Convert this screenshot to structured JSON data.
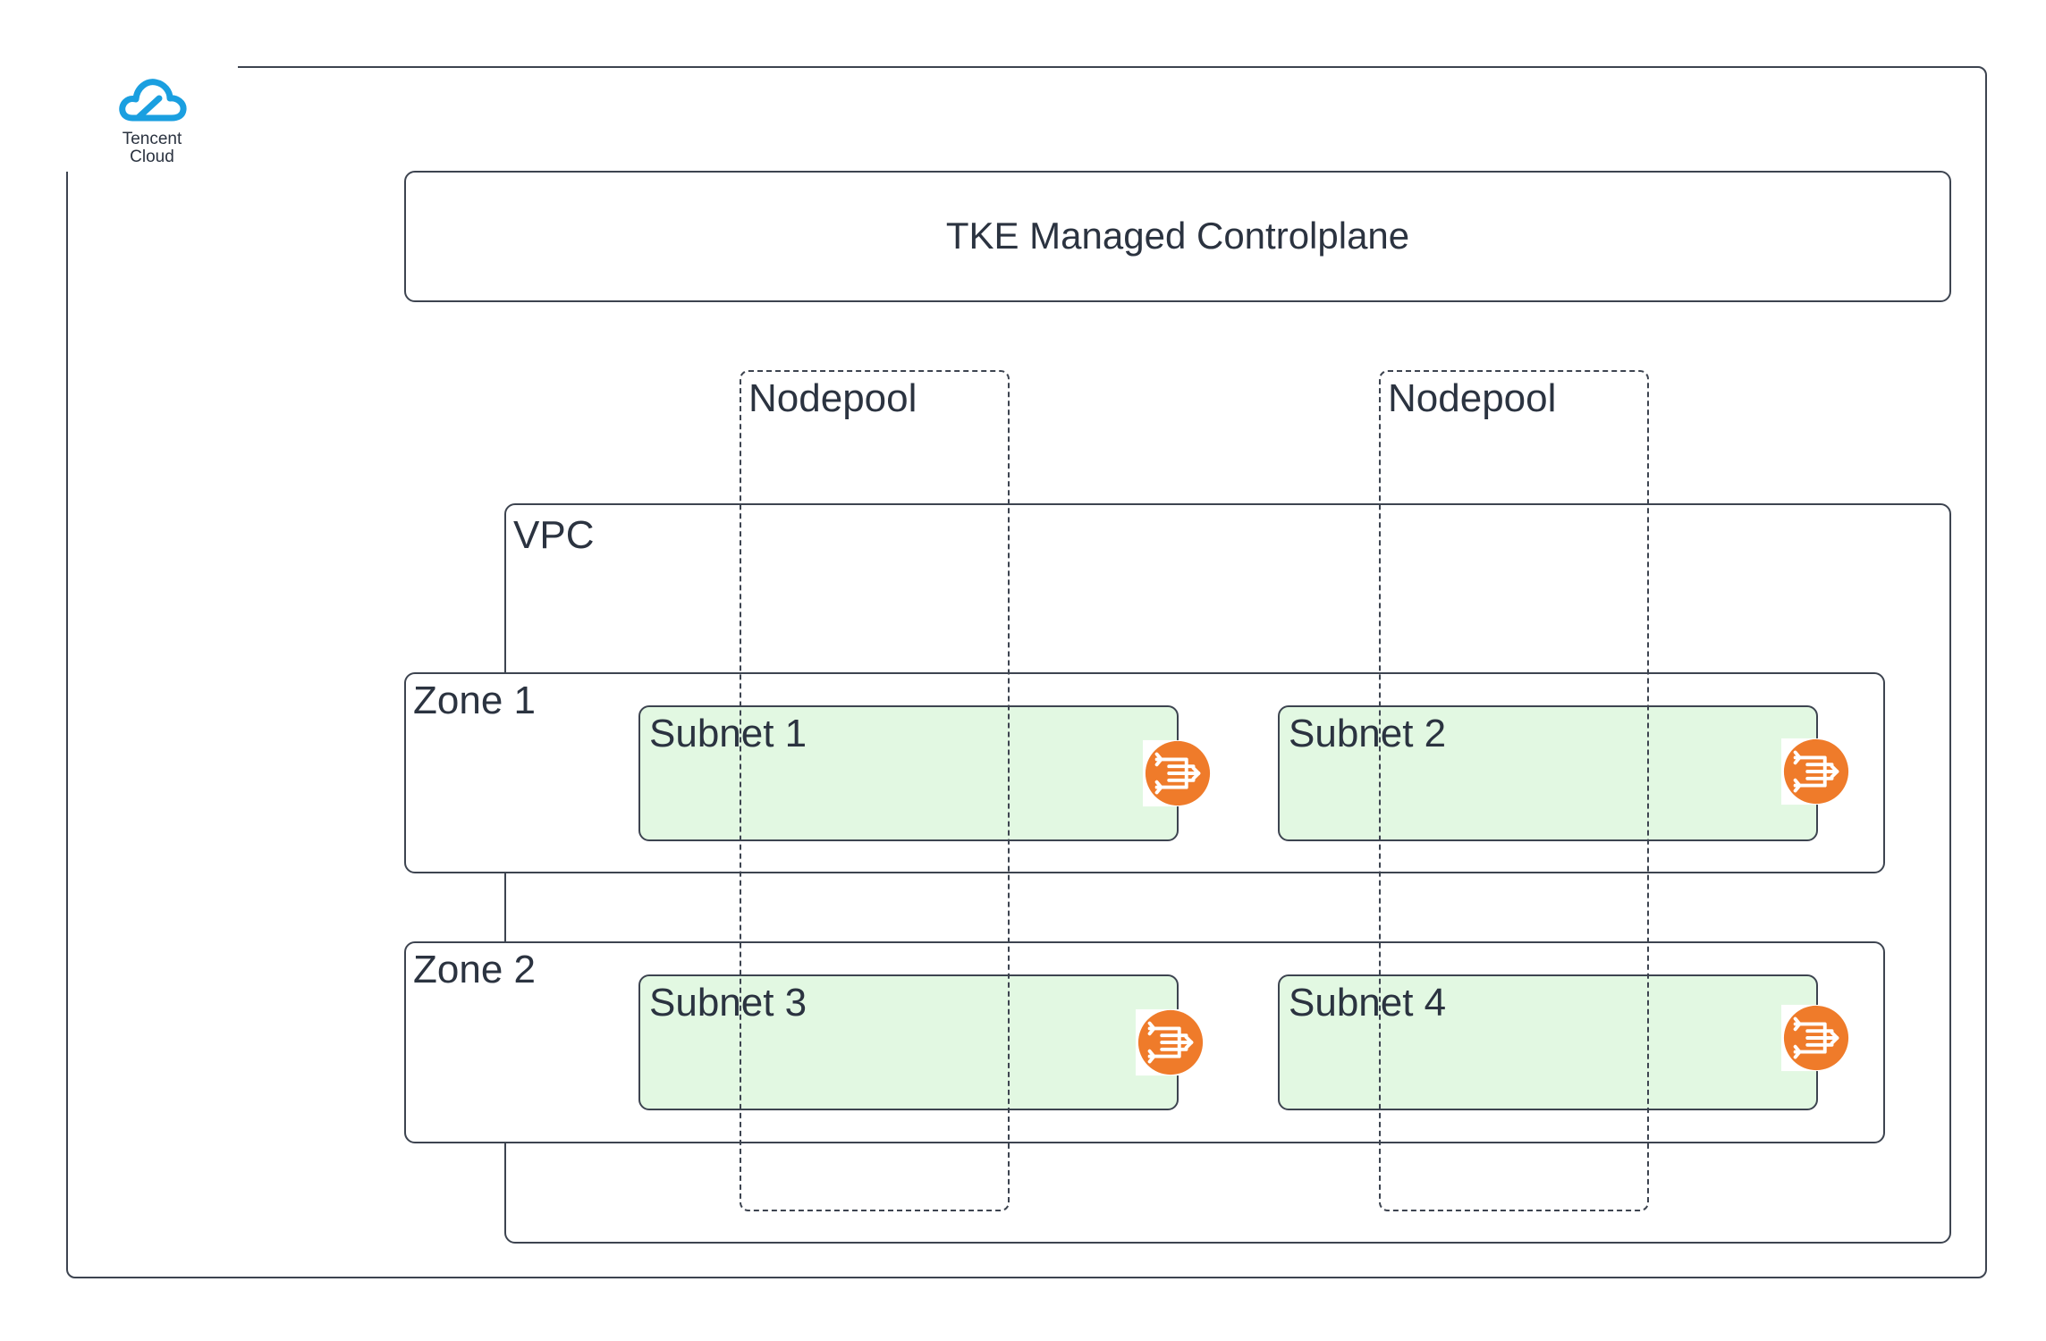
{
  "logo": {
    "line1": "Tencent",
    "line2": "Cloud",
    "icon": "tencent-cloud-icon",
    "color": "#1a9fe0"
  },
  "controlplane": {
    "label": "TKE Managed Controlplane"
  },
  "nodepools": [
    {
      "label": "Nodepool"
    },
    {
      "label": "Nodepool"
    }
  ],
  "vpc": {
    "label": "VPC"
  },
  "zones": [
    {
      "label": "Zone 1"
    },
    {
      "label": "Zone 2"
    }
  ],
  "subnets": [
    {
      "label": "Subnet 1",
      "icon": "nat-gateway-icon"
    },
    {
      "label": "Subnet 2",
      "icon": "nat-gateway-icon"
    },
    {
      "label": "Subnet 3",
      "icon": "nat-gateway-icon"
    },
    {
      "label": "Subnet 4",
      "icon": "nat-gateway-icon"
    }
  ],
  "colors": {
    "subnet_fill": "#e2f8e2",
    "gateway_icon": "#ef7b2a",
    "border": "#3d4450"
  }
}
